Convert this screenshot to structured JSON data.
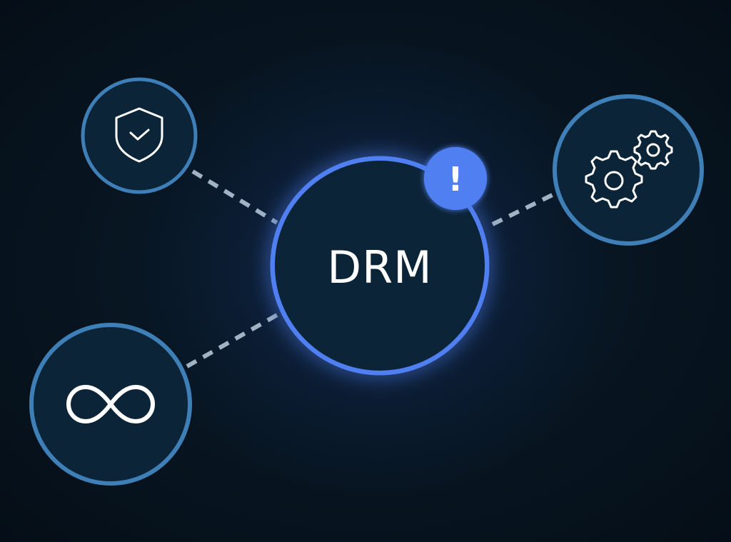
{
  "diagram": {
    "center_label": "DRM",
    "badge_symbol": "!",
    "colors": {
      "background": "#06121f",
      "node_fill": "#0c2438",
      "node_ring": "#3f7fb8",
      "center_ring": "#4f7ff0",
      "badge": "#4f7ff0",
      "connector": "#9fb3c4",
      "icon_stroke": "#ffffff"
    },
    "nodes": [
      {
        "id": "security",
        "icon": "shield-check-icon"
      },
      {
        "id": "settings",
        "icon": "gears-icon"
      },
      {
        "id": "loop",
        "icon": "infinity-icon"
      }
    ]
  }
}
